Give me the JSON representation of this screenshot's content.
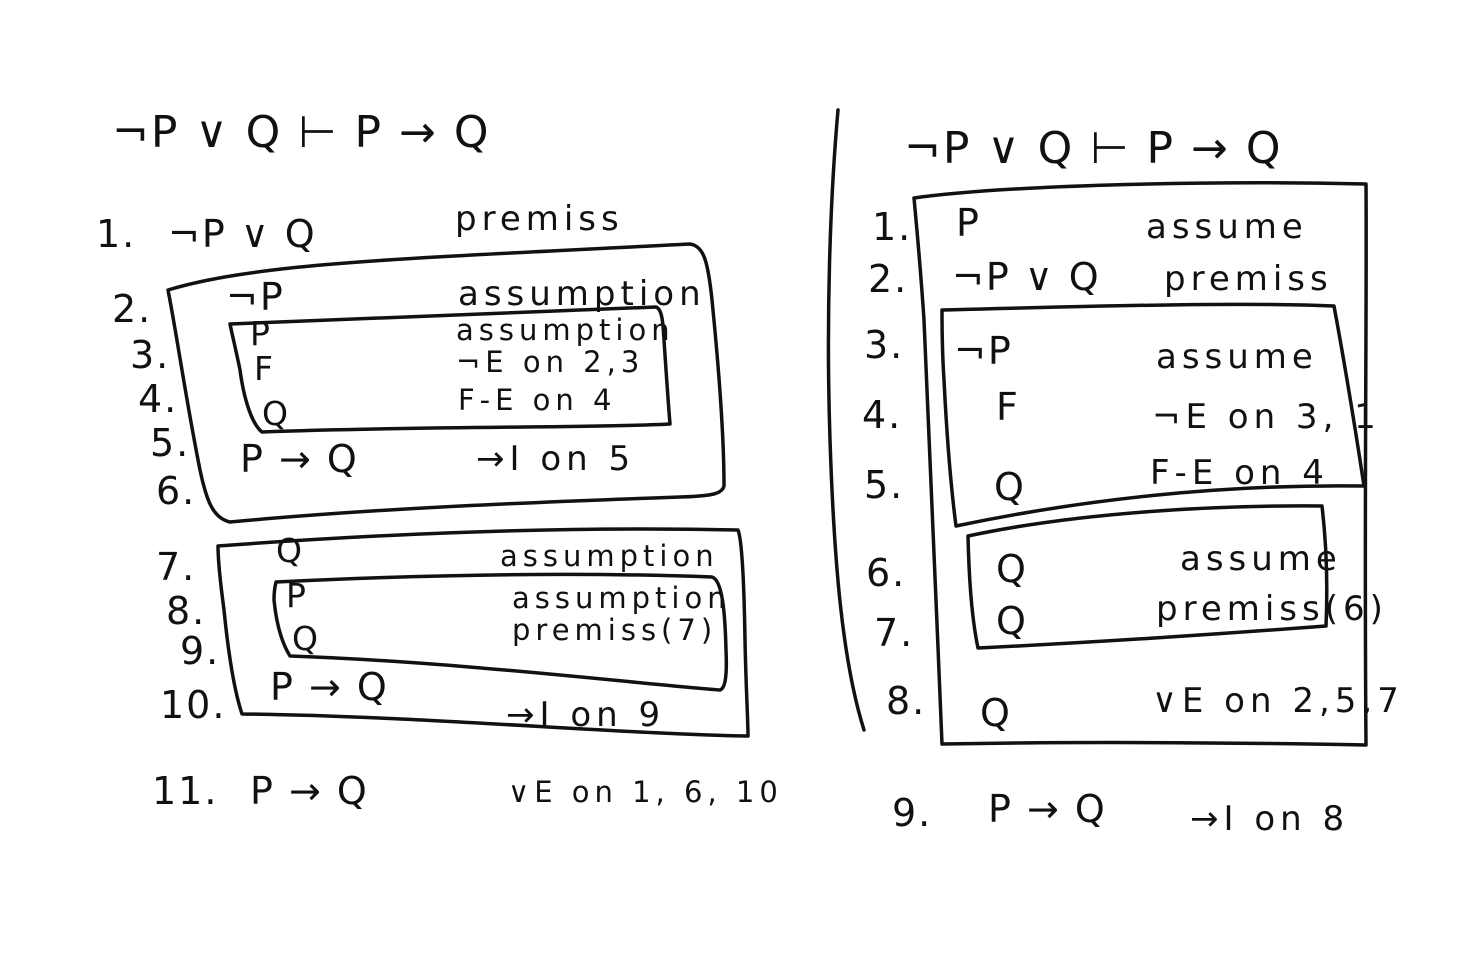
{
  "left_proof": {
    "sequent": "¬P ∨ Q ⊢ P → Q",
    "lines": [
      {
        "num": "1.",
        "formula": "¬P ∨ Q",
        "rule": "premiss"
      },
      {
        "num": "2.",
        "formula": "¬P",
        "rule": "assumption"
      },
      {
        "num": "3.",
        "formula": "P",
        "rule": "assumption"
      },
      {
        "num": "4.",
        "formula": "F",
        "rule": "¬E on 2,3"
      },
      {
        "num": "5.",
        "formula": "Q",
        "rule": "F-E on 4"
      },
      {
        "num": "6.",
        "formula": "P → Q",
        "rule": "→I on 5"
      },
      {
        "num": "7.",
        "formula": "Q",
        "rule": "assumption"
      },
      {
        "num": "8.",
        "formula": "P",
        "rule": "assumption"
      },
      {
        "num": "9.",
        "formula": "Q",
        "rule": "premiss(7)"
      },
      {
        "num": "10.",
        "formula": "P → Q",
        "rule": "→I on 9"
      },
      {
        "num": "11.",
        "formula": "P → Q",
        "rule": "∨E on 1, 6, 10"
      }
    ]
  },
  "right_proof": {
    "sequent": "¬P ∨ Q ⊢ P → Q",
    "lines": [
      {
        "num": "1.",
        "formula": "P",
        "rule": "assume"
      },
      {
        "num": "2.",
        "formula": "¬P ∨ Q",
        "rule": "premiss"
      },
      {
        "num": "3.",
        "formula": "¬P",
        "rule": "assume"
      },
      {
        "num": "4.",
        "formula": "F",
        "rule": "¬E on 3, 1"
      },
      {
        "num": "5.",
        "formula": "Q",
        "rule": "F-E on 4"
      },
      {
        "num": "6.",
        "formula": "Q",
        "rule": "assume"
      },
      {
        "num": "7.",
        "formula": "Q",
        "rule": "premiss(6)"
      },
      {
        "num": "8.",
        "formula": "Q",
        "rule": "∨E on 2,5,7"
      },
      {
        "num": "9.",
        "formula": "P → Q",
        "rule": "→I on 8"
      }
    ]
  }
}
